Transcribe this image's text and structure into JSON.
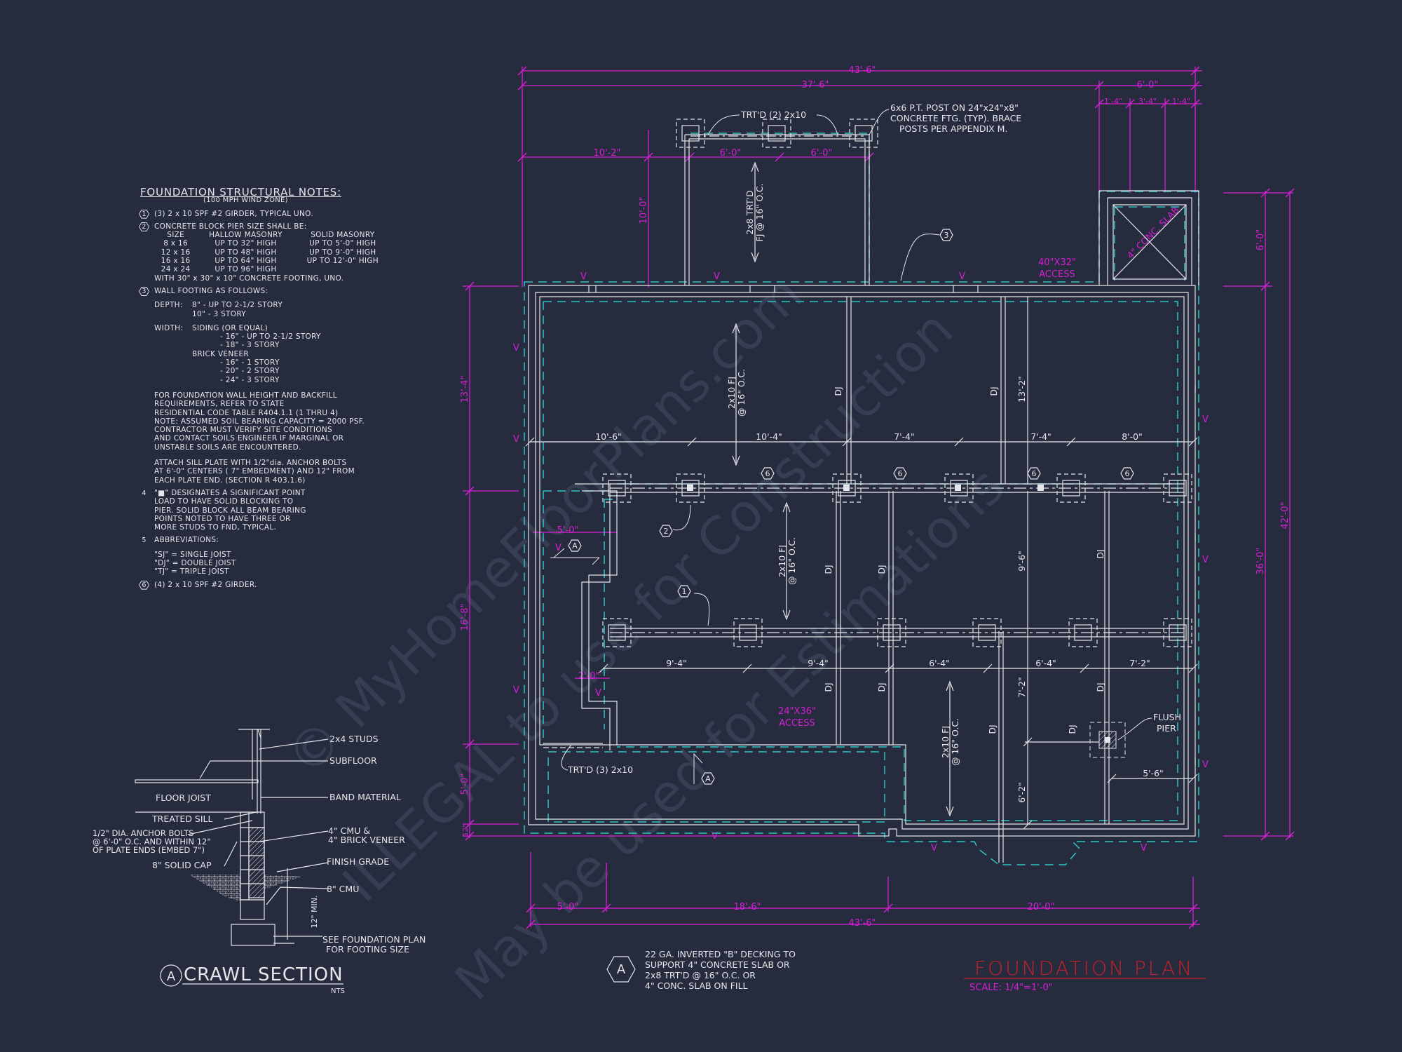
{
  "sheet": {
    "background": "#262b3d",
    "colors": {
      "linework": "#e6e6ea",
      "dimension": "#d61fd6",
      "hidden_footing": "#2fc4c4",
      "title": "#c8202a",
      "watermark": "#3c4256"
    }
  },
  "notes": {
    "title": "FOUNDATION STRUCTURAL NOTES:",
    "subtitle": "(100 MPH WIND ZONE)",
    "n1": {
      "tag": "1",
      "text": "(3) 2 x 10 SPF #2 GIRDER, TYPICAL UNO."
    },
    "n2": {
      "tag": "2",
      "text": "CONCRETE BLOCK PIER SIZE SHALL BE:",
      "table": {
        "headers": [
          "SIZE",
          "HALLOW MASONRY",
          "SOLID MASONRY"
        ],
        "rows": [
          [
            "8 x 16",
            "UP TO 32\" HIGH",
            "UP TO 5'-0\" HIGH"
          ],
          [
            "12 x 16",
            "UP TO 48\" HIGH",
            "UP TO 9'-0\" HIGH"
          ],
          [
            "16 x 16",
            "UP TO 64\" HIGH",
            "UP TO 12'-0\" HIGH"
          ],
          [
            "24 x 24",
            "UP TO 96\" HIGH",
            ""
          ]
        ]
      },
      "footer": "WITH 30\" x 30\" x 10\" CONCRETE FOOTING, UNO."
    },
    "n3": {
      "tag": "3",
      "text": "WALL FOOTING AS FOLLOWS:",
      "depth_label": "DEPTH:",
      "depth": [
        "8\" - UP TO 2-1/2 STORY",
        "10\" - 3 STORY"
      ],
      "width_label": "WIDTH:",
      "siding": "SIDING (OR EQUAL)",
      "siding_items": [
        "- 16\" - UP TO 2-1/2 STORY",
        "- 18\" - 3 STORY"
      ],
      "brick": "BRICK VENEER",
      "brick_items": [
        "- 16\" - 1 STORY",
        "- 20\" - 2 STORY",
        "- 24\" - 3 STORY"
      ],
      "para1": [
        "FOR FOUNDATION WALL HEIGHT AND BACKFILL",
        "REQUIREMENTS, REFER TO STATE",
        "RESIDENTIAL CODE TABLE R404.1.1 (1 THRU 4)",
        "NOTE: ASSUMED SOIL BEARING CAPACITY = 2000 PSF.",
        "CONTRACTOR MUST VERIFY SITE CONDITIONS",
        "AND CONTACT SOILS ENGINEER IF MARGINAL OR",
        "UNSTABLE SOILS ARE ENCOUNTERED."
      ],
      "para2": [
        "ATTACH SILL PLATE WITH 1/2\"dia. ANCHOR BOLTS",
        "AT 6'-0\" CENTERS ( 7\" EMBEDMENT) AND 12\" FROM",
        "EACH PLATE END. (SECTION R 403.1.6)"
      ]
    },
    "n4": {
      "tag": "4",
      "lines": [
        "\"■\" DESIGNATES A SIGNIFICANT POINT",
        "LOAD TO HAVE SOLID BLOCKING TO",
        "PIER. SOLID BLOCK ALL BEAM BEARING",
        "POINTS NOTED TO HAVE THREE OR",
        "MORE STUDS TO FND, TYPICAL."
      ]
    },
    "n5": {
      "tag": "5",
      "text": "ABBREVIATIONS:",
      "items": [
        "\"SJ\" = SINGLE JOIST",
        "\"DJ\" = DOUBLE JOIST",
        "\"TJ\" = TRIPLE JOIST"
      ]
    },
    "n6": {
      "tag": "6",
      "text": "(4) 2 x 10 SPF #2 GIRDER."
    }
  },
  "crawl_section": {
    "title": "CRAWL SECTION",
    "tag": "A",
    "scale": "NTS",
    "labels": {
      "studs": "2x4 STUDS",
      "subfloor": "SUBFLOOR",
      "floor_joist": "FLOOR JOIST",
      "band": "BAND MATERIAL",
      "sill": "TREATED SILL",
      "bolts": [
        "1/2\" DIA. ANCHOR BOLTS",
        "@ 6'-0\" O.C. AND WITHIN 12\"",
        "OF PLATE ENDS (EMBED 7\")"
      ],
      "cmu_brick": [
        "4\" CMU &",
        "4\" BRICK VENEER"
      ],
      "grade": "FINISH GRADE",
      "cap": "8\" SOLID CAP",
      "cmu8": "8\" CMU",
      "min": "12\" MIN.",
      "see_plan": [
        "SEE FOUNDATION PLAN",
        "FOR FOOTING SIZE"
      ]
    }
  },
  "plan": {
    "title": "FOUNDATION PLAN",
    "scale": "SCALE: 1/4\"=1'-0\"",
    "dims_top": {
      "overall": "43'-6\"",
      "left": "37'-6\"",
      "right": "6'-0\"",
      "small_a": "1'-4\"",
      "small_b": "3'-4\"",
      "small_c": "1'-4\"",
      "porch_offset": "10'-2\"",
      "porch_a": "6'-0\"",
      "porch_b": "6'-0\"",
      "porch_depth": "10'-0\""
    },
    "dims_bottom": {
      "a": "5'-0\"",
      "b": "18'-6\"",
      "c": "20'-0\"",
      "overall": "43'-6\""
    },
    "dims_left": {
      "a": "13'-4\"",
      "b": "16'-8\"",
      "c": "5'-0\"",
      "d": "12\""
    },
    "dims_right": {
      "a": "6'-0\"",
      "b": "36'-0\"",
      "overall": "42'-0\""
    },
    "row1_dims": [
      "10'-6\"",
      "10'-4\"",
      "7'-4\"",
      "7'-4\"",
      "8'-0\""
    ],
    "row2_dims": [
      "9'-4\"",
      "9'-4\"",
      "6'-4\"",
      "6'-4\"",
      "7'-2\""
    ],
    "vertical_dims": {
      "upper_right": "13'-2\"",
      "mid": "9'-6\"",
      "lower_a": "7'-2\"",
      "lower_b": "6'-2\""
    },
    "labels": {
      "trtd2": "TRT'D (2) 2x10",
      "post_note": [
        "6x6 P.T. POST ON 24\"x24\"x8\"",
        "CONCRETE FTG. (TYP). BRACE",
        "POSTS PER APPENDIX M."
      ],
      "porch_joist": [
        "2x8 TRT'D",
        "FJ @ 16\" O.C."
      ],
      "fj": [
        "2x10 FJ",
        "@ 16\" O.C."
      ],
      "dj": "DJ",
      "access1": [
        "40\"X32\"",
        "ACCESS"
      ],
      "access2": [
        "24\"X36\"",
        "ACCESS"
      ],
      "slab": "4\" CONC. SLAB",
      "flush_pier": [
        "FLUSH",
        "PIER"
      ],
      "flush_dim": "5'-6\"",
      "trtd3": "TRT'D (3) 2x10",
      "stair_w": "5'-0\"",
      "stair_g": "2'-0\"",
      "vent": "V"
    },
    "tags": {
      "t1": "1",
      "t2": "2",
      "t3": "3",
      "t6": "6",
      "tA": "A"
    },
    "note_a": [
      "22 GA. INVERTED \"B\" DECKING TO",
      "SUPPORT 4\" CONCRETE SLAB OR",
      "2x8 TRT'D @ 16\" O.C. OR",
      "4\" CONC. SLAB ON FILL"
    ]
  },
  "watermark": {
    "line1": "© MyHomeFloorPlans.com",
    "line2": "ILLEGAL to use for Construction",
    "line3": "May be used for Estimations"
  }
}
